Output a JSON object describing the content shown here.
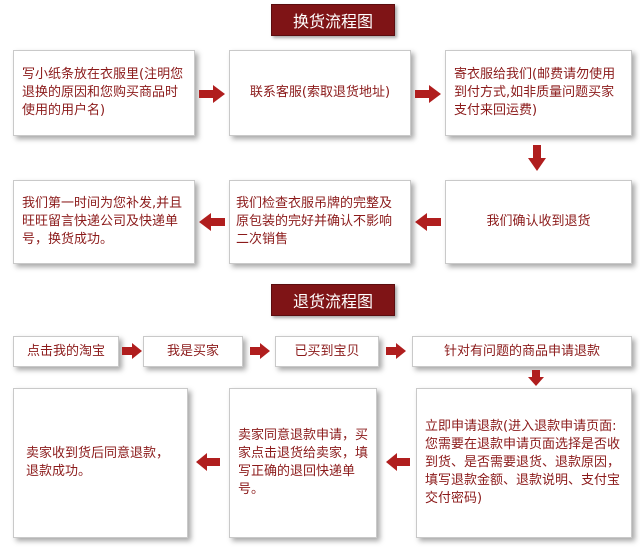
{
  "exchange_title": "换货流程图",
  "exchange_steps": [
    "写小纸条放在衣服里(注明您退换的原因和您购买商品时使用的用户名)",
    "联系客服(索取退货地址)",
    "寄衣服给我们(邮费请勿使用到付方式,如非质量问题买家支付来回运费)",
    "我们确认收到退货",
    "我们检查衣服吊牌的完整及原包装的完好并确认不影响二次销售",
    "我们第一时间为您补发,并且旺旺留言快递公司及快递单号，换货成功。"
  ],
  "return_title": "退货流程图",
  "return_steps": [
    "点击我的淘宝",
    "我是买家",
    "已买到宝贝",
    "针对有问题的商品申请退款",
    "立即申请退款(进入退款申请页面:您需要在退款申请页面选择是否收到货、是否需要退货、退款原因，填写退款金额、退款说明、支付宝交付密码)",
    "卖家同意退款申请，买家点击退货给卖家，填写正确的退回快递单号。",
    "卖家收到货后同意退款，退款成功。"
  ],
  "colors": {
    "title_bg": "#7f1416",
    "text": "#8b1a1a",
    "arrow": "#b01e1e"
  }
}
